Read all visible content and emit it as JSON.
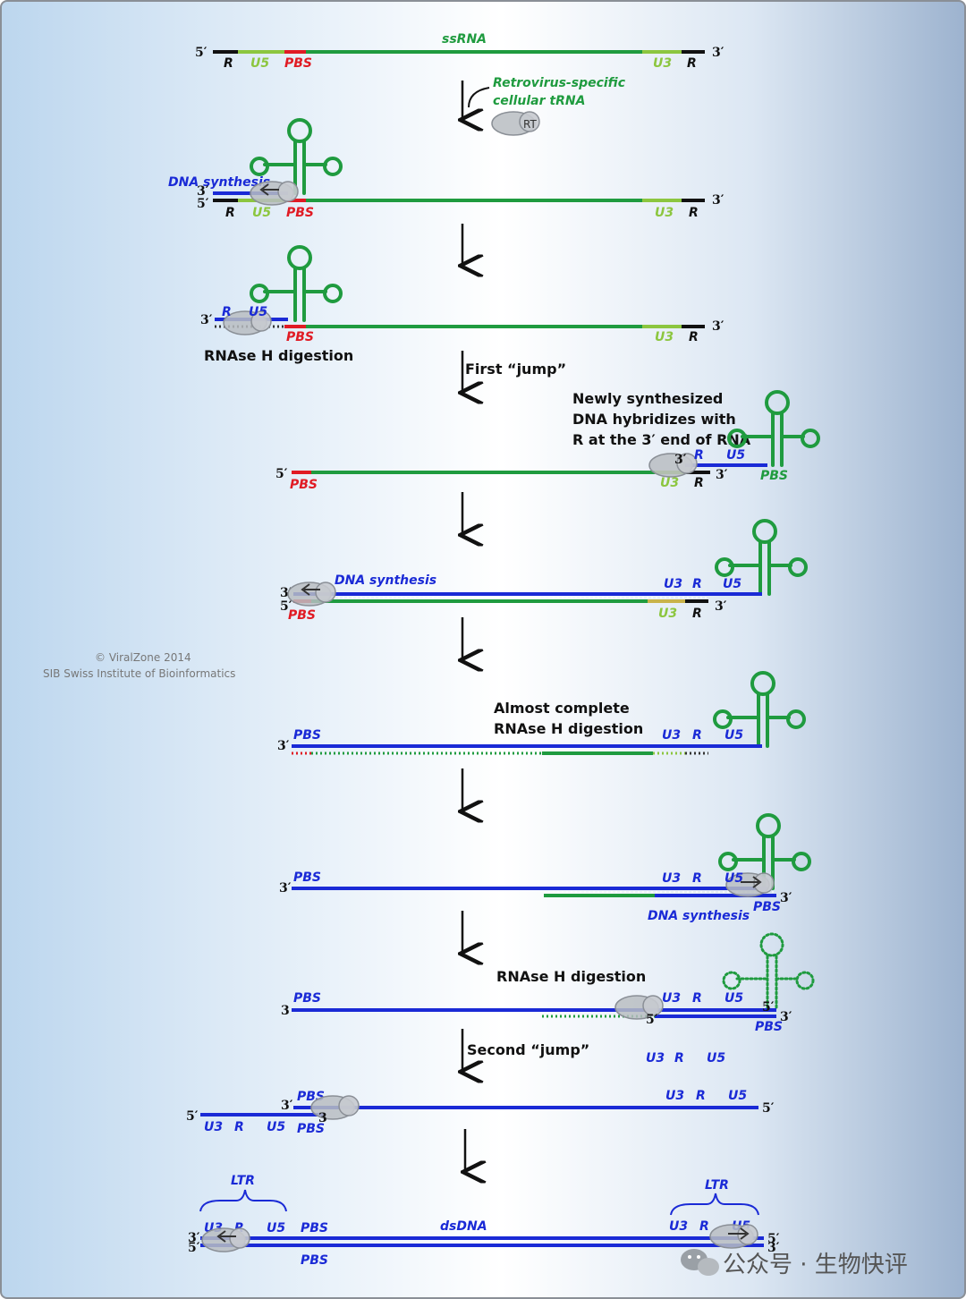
{
  "labels": {
    "ssRNA": "ssRNA",
    "dsDNA": "dsDNA",
    "R": "R",
    "U5": "U5",
    "U3": "U3",
    "PBS": "PBS",
    "LTR": "LTR",
    "RT": "RT",
    "five_prime": "5′",
    "three_prime": "3′",
    "three": "3",
    "tRNA_line1": "Retrovirus-specific",
    "tRNA_line2": "cellular tRNA",
    "dna_synthesis": "DNA synthesis"
  },
  "steps": {
    "rnase_h_1": "RNAse H digestion",
    "first_jump": "First “jump”",
    "hybrid_1": "Newly synthesized",
    "hybrid_2": "DNA hybridizes with",
    "hybrid_3": "R at the 3′ end of RNA",
    "almost_1": "Almost complete",
    "almost_2": "RNAse H digestion",
    "rnase_h_2": "RNAse H digestion",
    "second_jump": "Second “jump”"
  },
  "credits": {
    "line1": "© ViralZone 2014",
    "line2": "SIB Swiss Institute of Bioinformatics"
  },
  "watermark": {
    "text": "公众号 · 生物快评"
  },
  "colors": {
    "rna": "#1f9b3f",
    "dna": "#1a2ad6",
    "pbs": "#e01b24",
    "u5_u3": "#8cc63f",
    "r_region": "#111111",
    "enzyme": "#b9bdc2"
  }
}
